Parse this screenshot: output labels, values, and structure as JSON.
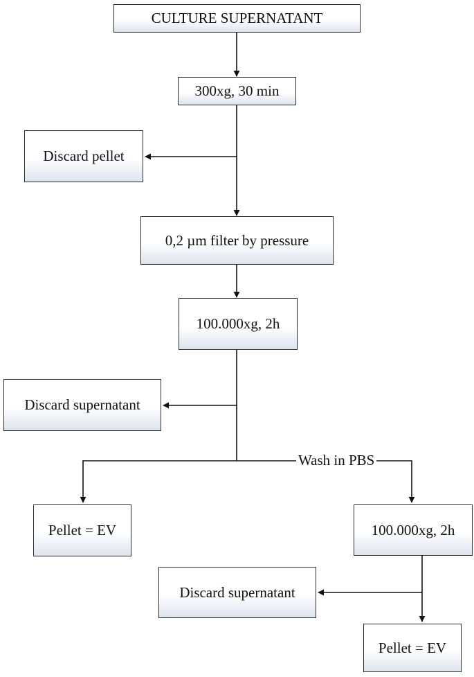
{
  "nodes": {
    "culture": "CULTURE SUPERNATANT",
    "spin1": "300xg, 30 min",
    "discard_pellet": "Discard pellet",
    "filter": "0,2 µm filter by pressure",
    "spin2": "100.000xg, 2h",
    "discard_sup1": "Discard supernatant",
    "pellet_ev1": "Pellet = EV",
    "spin3": "100.000xg, 2h",
    "discard_sup2": "Discard supernatant",
    "pellet_ev2": "Pellet = EV"
  },
  "edge_labels": {
    "wash": "Wash in PBS"
  },
  "colors": {
    "line": "#111111",
    "box_border": "#2b2b2b",
    "box_gradient_bottom": "#dde3ee"
  }
}
